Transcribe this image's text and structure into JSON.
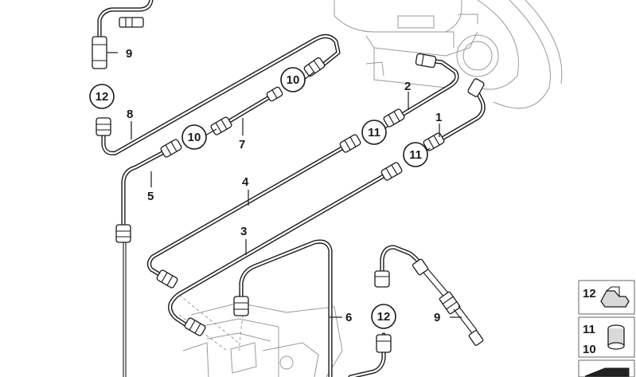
{
  "callouts": {
    "c1": "1",
    "c2": "2",
    "c3": "3",
    "c4": "4",
    "c5": "5",
    "c6": "6",
    "c7": "7",
    "c8": "8",
    "c9_top": "9",
    "c9_bottom": "9",
    "c10_a": "10",
    "c10_b": "10",
    "c11_a": "11",
    "c11_b": "11",
    "c12_a": "12",
    "c12_b": "12"
  },
  "legend": {
    "item_clip": "12",
    "item_nut_top": "11",
    "item_nut_bottom": "10"
  }
}
